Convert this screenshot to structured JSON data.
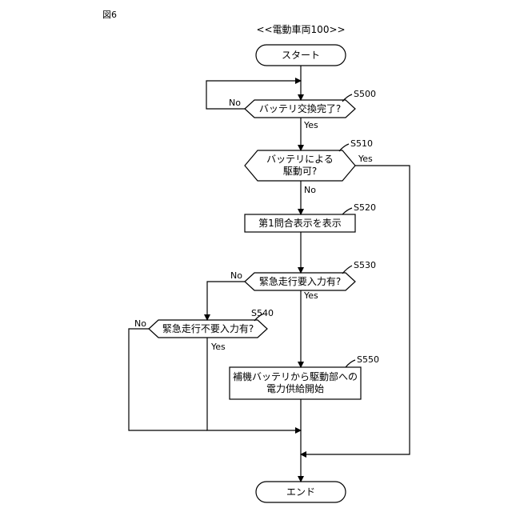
{
  "figure_label": "図6",
  "subject": "<<電動車両100>>",
  "start": "スタート",
  "end": "エンド",
  "steps": {
    "s500": {
      "id": "S500",
      "text": "バッテリ交換完了?"
    },
    "s510": {
      "id": "S510",
      "line1": "バッテリによる",
      "line2": "駆動可?"
    },
    "s520": {
      "id": "S520",
      "text": "第1問合表示を表示"
    },
    "s530": {
      "id": "S530",
      "text": "緊急走行要入力有?"
    },
    "s540": {
      "id": "S540",
      "text": "緊急走行不要入力有?"
    },
    "s550": {
      "id": "S550",
      "line1": "補機バッテリから駆動部への",
      "line2": "電力供給開始"
    }
  },
  "branches": {
    "yes": "Yes",
    "no": "No"
  }
}
